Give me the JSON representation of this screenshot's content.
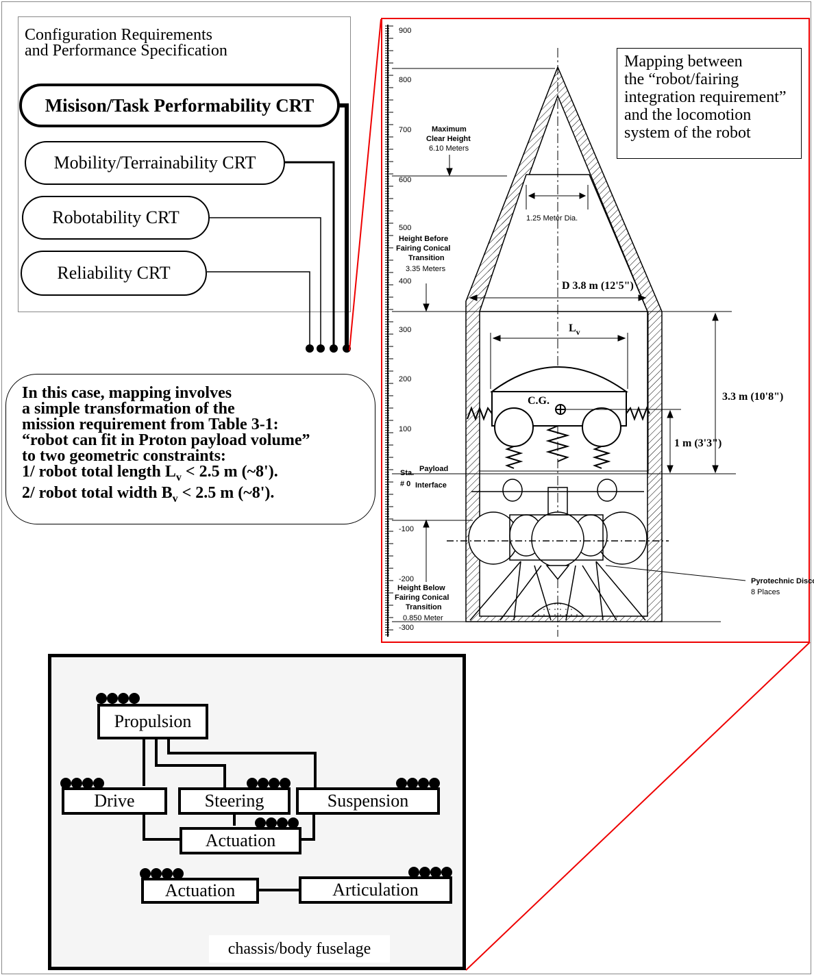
{
  "crt_panel": {
    "title_line1": "Configuration Requirements",
    "title_line2": "and Performance Specification",
    "items": [
      {
        "label": "Misison/Task Performability CRT"
      },
      {
        "label": "Mobility/Terrainability CRT"
      },
      {
        "label": "Robotability CRT"
      },
      {
        "label": "Reliability CRT"
      }
    ]
  },
  "case_note": {
    "l1": "In this case, mapping involves",
    "l2": "a simple transformation of the",
    "l3": "mission requirement from Table 3-1:",
    "l4": "“robot can fit in Proton payload volume”",
    "l5": "to two geometric constraints:",
    "l6a": "1/ robot total length L",
    "l6sub": "v",
    "l6b": " < 2.5 m (~8').",
    "l7a": "2/ robot total width B",
    "l7sub": "v",
    "l7b": " < 2.5 m (~8')."
  },
  "mapping_note": {
    "l1": "Mapping between",
    "l2": "the “robot/fairing",
    "l3": "integration requirement”",
    "l4": "and the locomotion",
    "l5": "system of the robot"
  },
  "fairing": {
    "scale_ticks": [
      "900",
      "800",
      "700",
      "600",
      "500",
      "400",
      "300",
      "200",
      "100",
      "-100",
      "-200",
      "-300"
    ],
    "max_height_l1": "Maximum",
    "max_height_l2": "Clear Height",
    "max_height_l3": "6.10 Meters",
    "dia_label": "1.25 Meter Dia.",
    "hbefore_l1": "Height Before",
    "hbefore_l2": "Fairing Conical",
    "hbefore_l3": "Transition",
    "hbefore_l4": "3.35 Meters",
    "diameter_label": "D 3.8 m (12'5\")",
    "lv_label": "L",
    "lv_sub": "v",
    "cg_label": "C.G.",
    "height_33": "3.3 m (10'8\")",
    "height_1": "1 m (3'3\")",
    "sta_l1": "Sta.",
    "sta_l2": "# 0",
    "payload_l1": "Payload",
    "payload_l2": "Interface",
    "pyro_l1": "Pyrotechnic Disconnects",
    "pyro_l2": "8 Places",
    "hbelow_l1": "Height Below",
    "hbelow_l2": "Fairing Conical",
    "hbelow_l3": "Transition",
    "hbelow_l4": "0.850 Meter"
  },
  "chassis": {
    "boxes": {
      "propulsion": "Propulsion",
      "drive": "Drive",
      "steering": "Steering",
      "suspension": "Suspension",
      "actuation_top": "Actuation",
      "actuation_bottom": "Actuation",
      "articulation": "Articulation"
    },
    "label": "chassis/body fuselage"
  },
  "colors": {
    "frame_accent": "#e00000",
    "panel_border": "#888888",
    "chassis_background": "#f5f5f5"
  }
}
